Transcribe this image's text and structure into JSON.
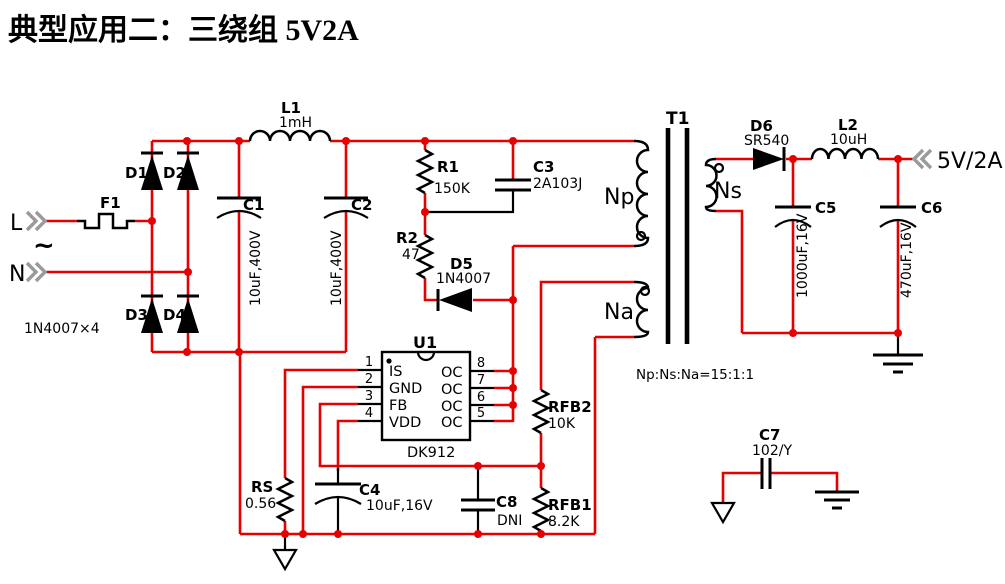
{
  "title": "典型应用二：三绕组 5V2A",
  "colors": {
    "wire": "#e60000",
    "component": "#000000",
    "connector": "#9a9a9a"
  },
  "input": {
    "line_label": "L",
    "neutral_label": "N",
    "ac_symbol": "~",
    "fuse": {
      "ref": "F1"
    }
  },
  "bridge": {
    "d1": {
      "ref": "D1"
    },
    "d2": {
      "ref": "D2"
    },
    "d3": {
      "ref": "D3"
    },
    "d4": {
      "ref": "D4"
    },
    "part": "1N4007×4"
  },
  "emi": {
    "l1": {
      "ref": "L1",
      "value": "1mH"
    },
    "c1": {
      "ref": "C1",
      "value": "10uF,400V"
    },
    "c2": {
      "ref": "C2",
      "value": "10uF,400V"
    }
  },
  "clamp": {
    "r1": {
      "ref": "R1",
      "value": "150K"
    },
    "r2": {
      "ref": "R2",
      "value": "47"
    },
    "c3": {
      "ref": "C3",
      "value": "2A103J"
    },
    "d5": {
      "ref": "D5",
      "value": "1N4007"
    }
  },
  "transformer": {
    "ref": "T1",
    "np": "Np",
    "ns": "Ns",
    "na": "Na",
    "ratio": "Np:Ns:Na=15:1:1"
  },
  "ic": {
    "ref": "U1",
    "part": "DK912",
    "pins_left": [
      {
        "num": "1",
        "name": "IS"
      },
      {
        "num": "2",
        "name": "GND"
      },
      {
        "num": "3",
        "name": "FB"
      },
      {
        "num": "4",
        "name": "VDD"
      }
    ],
    "pins_right": [
      {
        "num": "8",
        "name": "OC"
      },
      {
        "num": "7",
        "name": "OC"
      },
      {
        "num": "6",
        "name": "OC"
      },
      {
        "num": "5",
        "name": "OC"
      }
    ]
  },
  "sense": {
    "rs": {
      "ref": "RS",
      "value": "0.56"
    }
  },
  "vdd": {
    "c4": {
      "ref": "C4",
      "value": "10uF,16V"
    }
  },
  "feedback": {
    "rfb2": {
      "ref": "RFB2",
      "value": "10K"
    },
    "rfb1": {
      "ref": "RFB1",
      "value": "8.2K"
    },
    "c8": {
      "ref": "C8",
      "value": "DNI"
    }
  },
  "output": {
    "d6": {
      "ref": "D6",
      "value": "SR540"
    },
    "l2": {
      "ref": "L2",
      "value": "10uH"
    },
    "c5": {
      "ref": "C5",
      "value": "1000uF,16V"
    },
    "c6": {
      "ref": "C6",
      "value": "470uF,16V"
    },
    "label": "5V/2A"
  },
  "ycap": {
    "c7": {
      "ref": "C7",
      "value": "102/Y"
    }
  }
}
